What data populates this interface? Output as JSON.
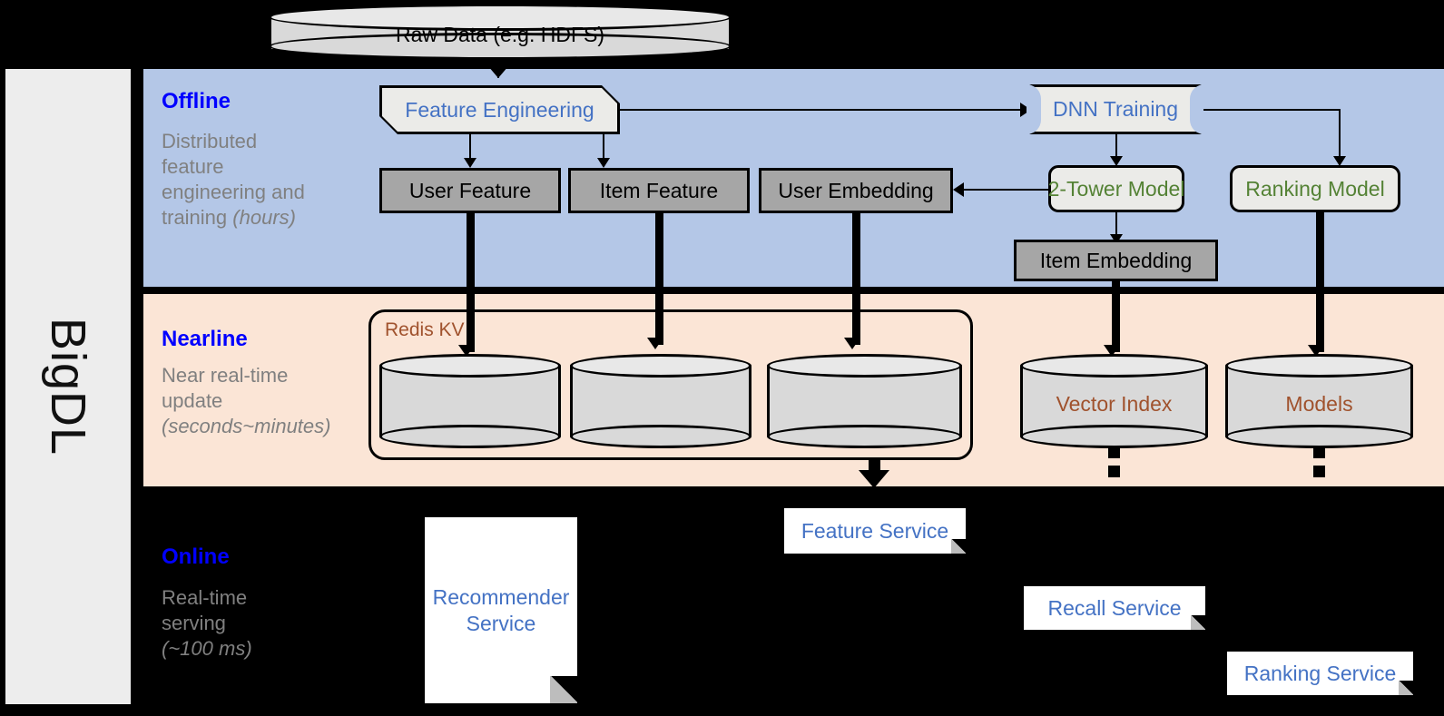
{
  "sidebar": {
    "label": "BigDL"
  },
  "bands": {
    "offline": {
      "title": "Offline",
      "subtitle": "Distributed feature engineering and ",
      "subtitle_italic": "(hours)"
    },
    "nearline": {
      "title": "Nearline",
      "subtitle": "Near real-time update ",
      "subtitle_italic": "(seconds~minutes)"
    },
    "online": {
      "title": "Online",
      "subtitle": "Real-time serving ",
      "subtitle_italic": "(~100 ms)"
    }
  },
  "offline_sub_line1": "Distributed",
  "offline_sub_line2": "feature",
  "offline_sub_line3": "engineering and",
  "offline_sub_line4a": "training ",
  "offline_sub_line4b": "(hours)",
  "nearline_sub_line1": "Near real-time",
  "nearline_sub_line2": "update",
  "nearline_sub_line3": "(seconds~minutes)",
  "online_sub_line1": "Real-time",
  "online_sub_line2": "serving",
  "online_sub_line3": "(~100 ms)",
  "nodes": {
    "raw_data": "Raw Data (e.g. HDFS)",
    "feature_engineering": "Feature Engineering",
    "dnn_training": "DNN Training",
    "user_feature": "User Feature",
    "item_feature": "Item Feature",
    "user_embedding": "User Embedding",
    "two_tower_model": "2-Tower Model",
    "ranking_model": "Ranking Model",
    "item_embedding": "Item Embedding",
    "redis_kv": "Redis KV",
    "vector_index": "Vector Index",
    "models": "Models",
    "feature_service": "Feature Service",
    "recommender_service": "Recommender Service",
    "recall_service": "Recall Service",
    "ranking_service": "Ranking Service"
  },
  "colors": {
    "offline_band": "#b4c7e7",
    "nearline_band": "#fbe5d6",
    "online_band": "#000000",
    "sidebar": "#ededed",
    "band_title": "#0000ff",
    "band_subtitle": "#808080",
    "blue_text": "#4472c4",
    "green_text": "#548235",
    "brown_text": "#a0522d",
    "gray_box": "#a6a6a6",
    "light_box": "#ebebe8",
    "cylinder": "#d9d9d9"
  }
}
